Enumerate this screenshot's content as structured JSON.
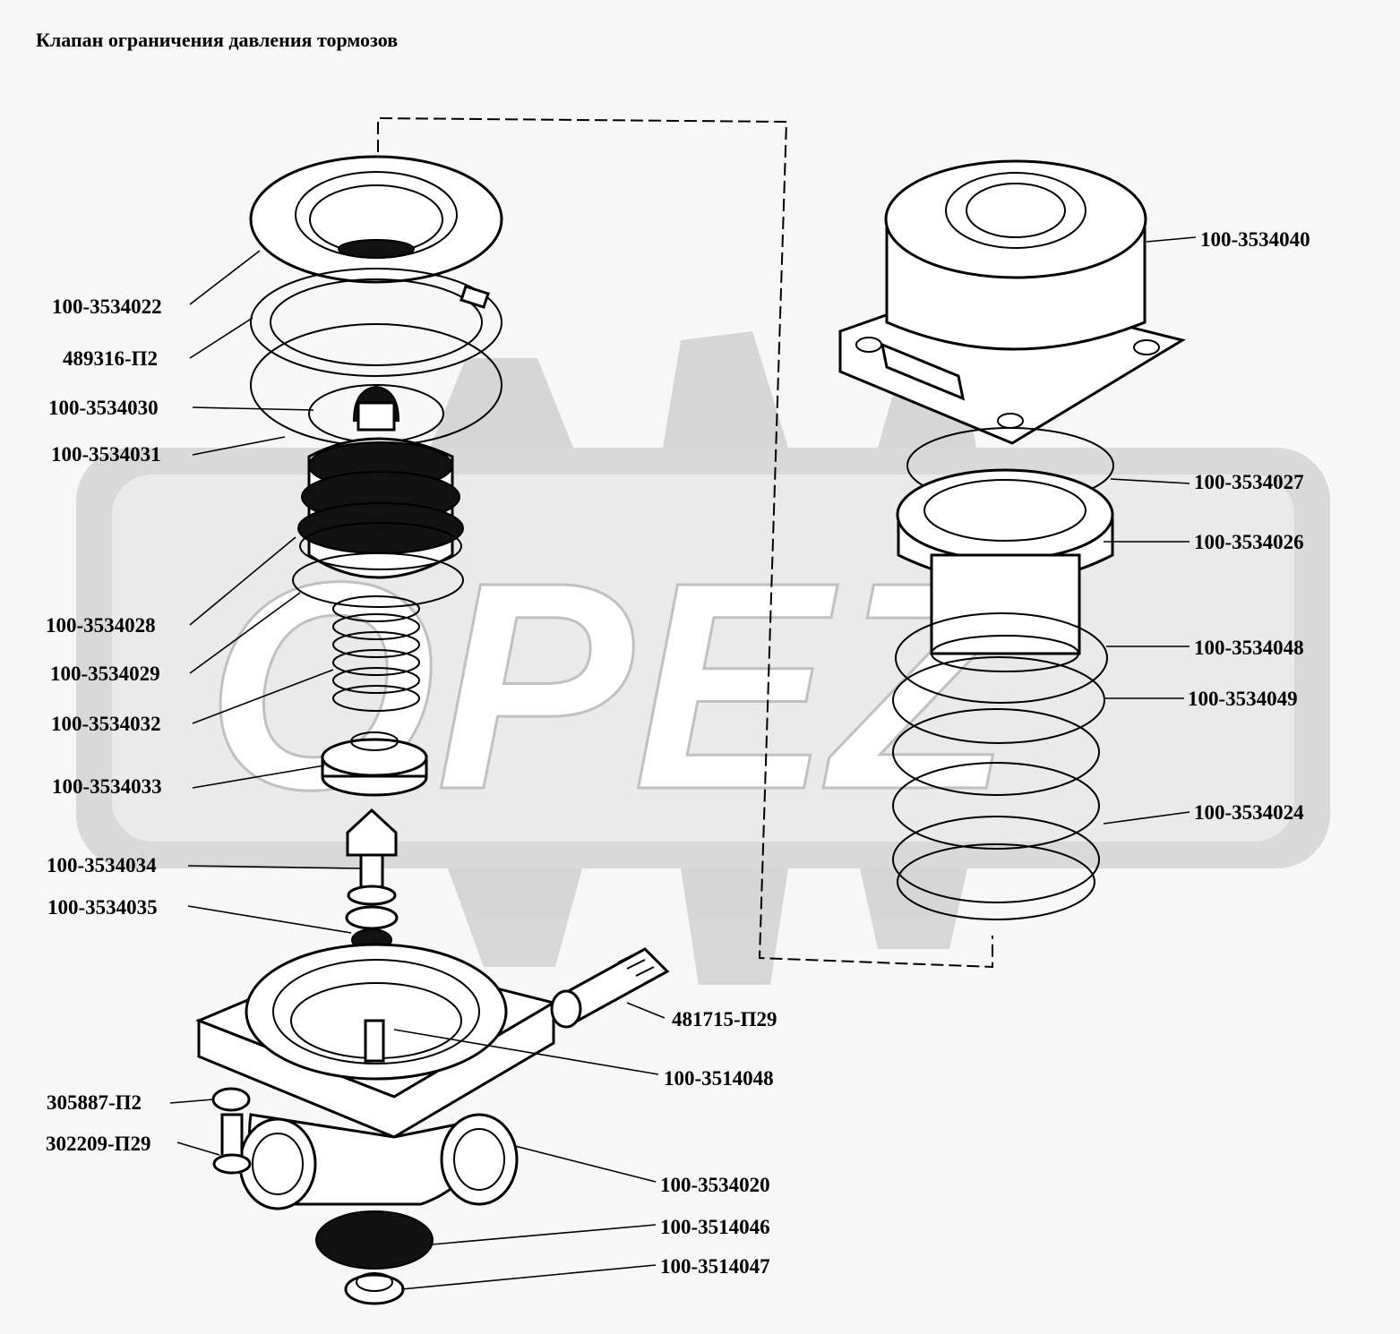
{
  "title": "Клапан ограничения давления тормозов",
  "watermark": {
    "text": "OPEZ",
    "color": "#cfcfcf"
  },
  "callouts": [
    {
      "id": "100-3534040",
      "label": "100-3534040"
    },
    {
      "id": "100-3534022",
      "label": "100-3534022"
    },
    {
      "id": "489316-P2",
      "label": "489316-П2"
    },
    {
      "id": "100-3534030",
      "label": "100-3534030"
    },
    {
      "id": "100-3534031",
      "label": "100-3534031"
    },
    {
      "id": "100-3534027",
      "label": "100-3534027"
    },
    {
      "id": "100-3534026",
      "label": "100-3534026"
    },
    {
      "id": "100-3534028",
      "label": "100-3534028"
    },
    {
      "id": "100-3534048",
      "label": "100-3534048"
    },
    {
      "id": "100-3534029",
      "label": "100-3534029"
    },
    {
      "id": "100-3534049",
      "label": "100-3534049"
    },
    {
      "id": "100-3534032",
      "label": "100-3534032"
    },
    {
      "id": "100-3534033",
      "label": "100-3534033"
    },
    {
      "id": "100-3534024",
      "label": "100-3534024"
    },
    {
      "id": "100-3534034",
      "label": "100-3534034"
    },
    {
      "id": "100-3534035",
      "label": "100-3534035"
    },
    {
      "id": "481715-P29",
      "label": "481715-П29"
    },
    {
      "id": "100-3514048",
      "label": "100-3514048"
    },
    {
      "id": "305887-P2",
      "label": "305887-П2"
    },
    {
      "id": "302209-P29",
      "label": "302209-П29"
    },
    {
      "id": "100-3534020",
      "label": "100-3534020"
    },
    {
      "id": "100-3514046",
      "label": "100-3514046"
    },
    {
      "id": "100-3514047",
      "label": "100-3514047"
    }
  ]
}
